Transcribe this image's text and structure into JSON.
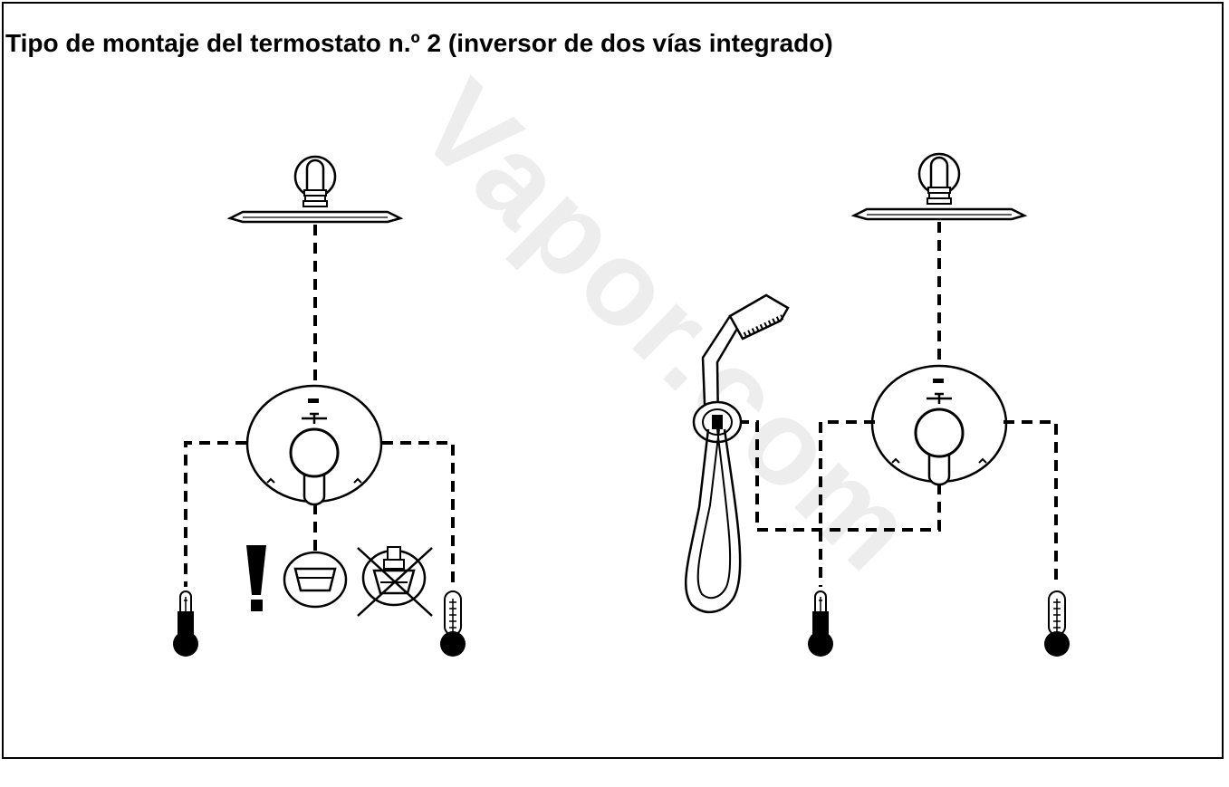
{
  "page": {
    "title": "Tipo de montaje del termostato n.º 2 (inversor de dos vías integrado)",
    "watermark": "Vapor.com"
  },
  "diagrams": [
    {
      "id": "left",
      "components": [
        "overhead-shower",
        "thermostat-valve",
        "hot-water-supply",
        "cold-water-supply",
        "tub-spout",
        "crossed-out-spout"
      ],
      "warning_mark": "!"
    },
    {
      "id": "right",
      "components": [
        "overhead-shower",
        "thermostat-valve",
        "hand-shower",
        "wall-elbow-holder",
        "hot-water-supply",
        "cold-water-supply"
      ]
    }
  ],
  "colors": {
    "line": "#000000",
    "background": "#ffffff",
    "watermark": "#ededed"
  },
  "icons": [
    "warning-exclamation-icon",
    "tub-spout-icon",
    "not-allowed-cross-icon",
    "hot-thermometer-icon",
    "cold-thermometer-icon"
  ]
}
